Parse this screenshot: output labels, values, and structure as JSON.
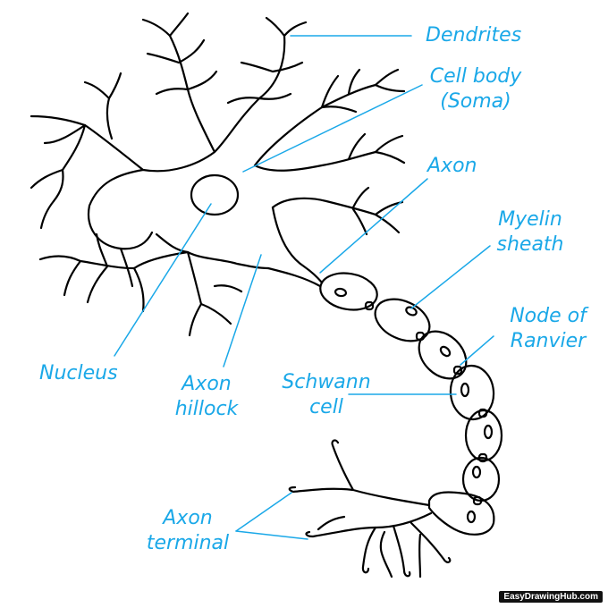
{
  "labels": {
    "dendrites": "Dendrites",
    "cell_body_1": "Cell body",
    "cell_body_2": "(Soma)",
    "axon": "Axon",
    "myelin_1": "Myelin",
    "myelin_2": "sheath",
    "node_1": "Node of",
    "node_2": "Ranvier",
    "nucleus": "Nucleus",
    "hillock_1": "Axon",
    "hillock_2": "hillock",
    "schwann_1": "Schwann",
    "schwann_2": "cell",
    "terminal_1": "Axon",
    "terminal_2": "terminal"
  },
  "watermark": "EasyDrawingHub.com",
  "colors": {
    "label": "#1aa8e8",
    "outline": "#000000",
    "background": "#ffffff"
  }
}
